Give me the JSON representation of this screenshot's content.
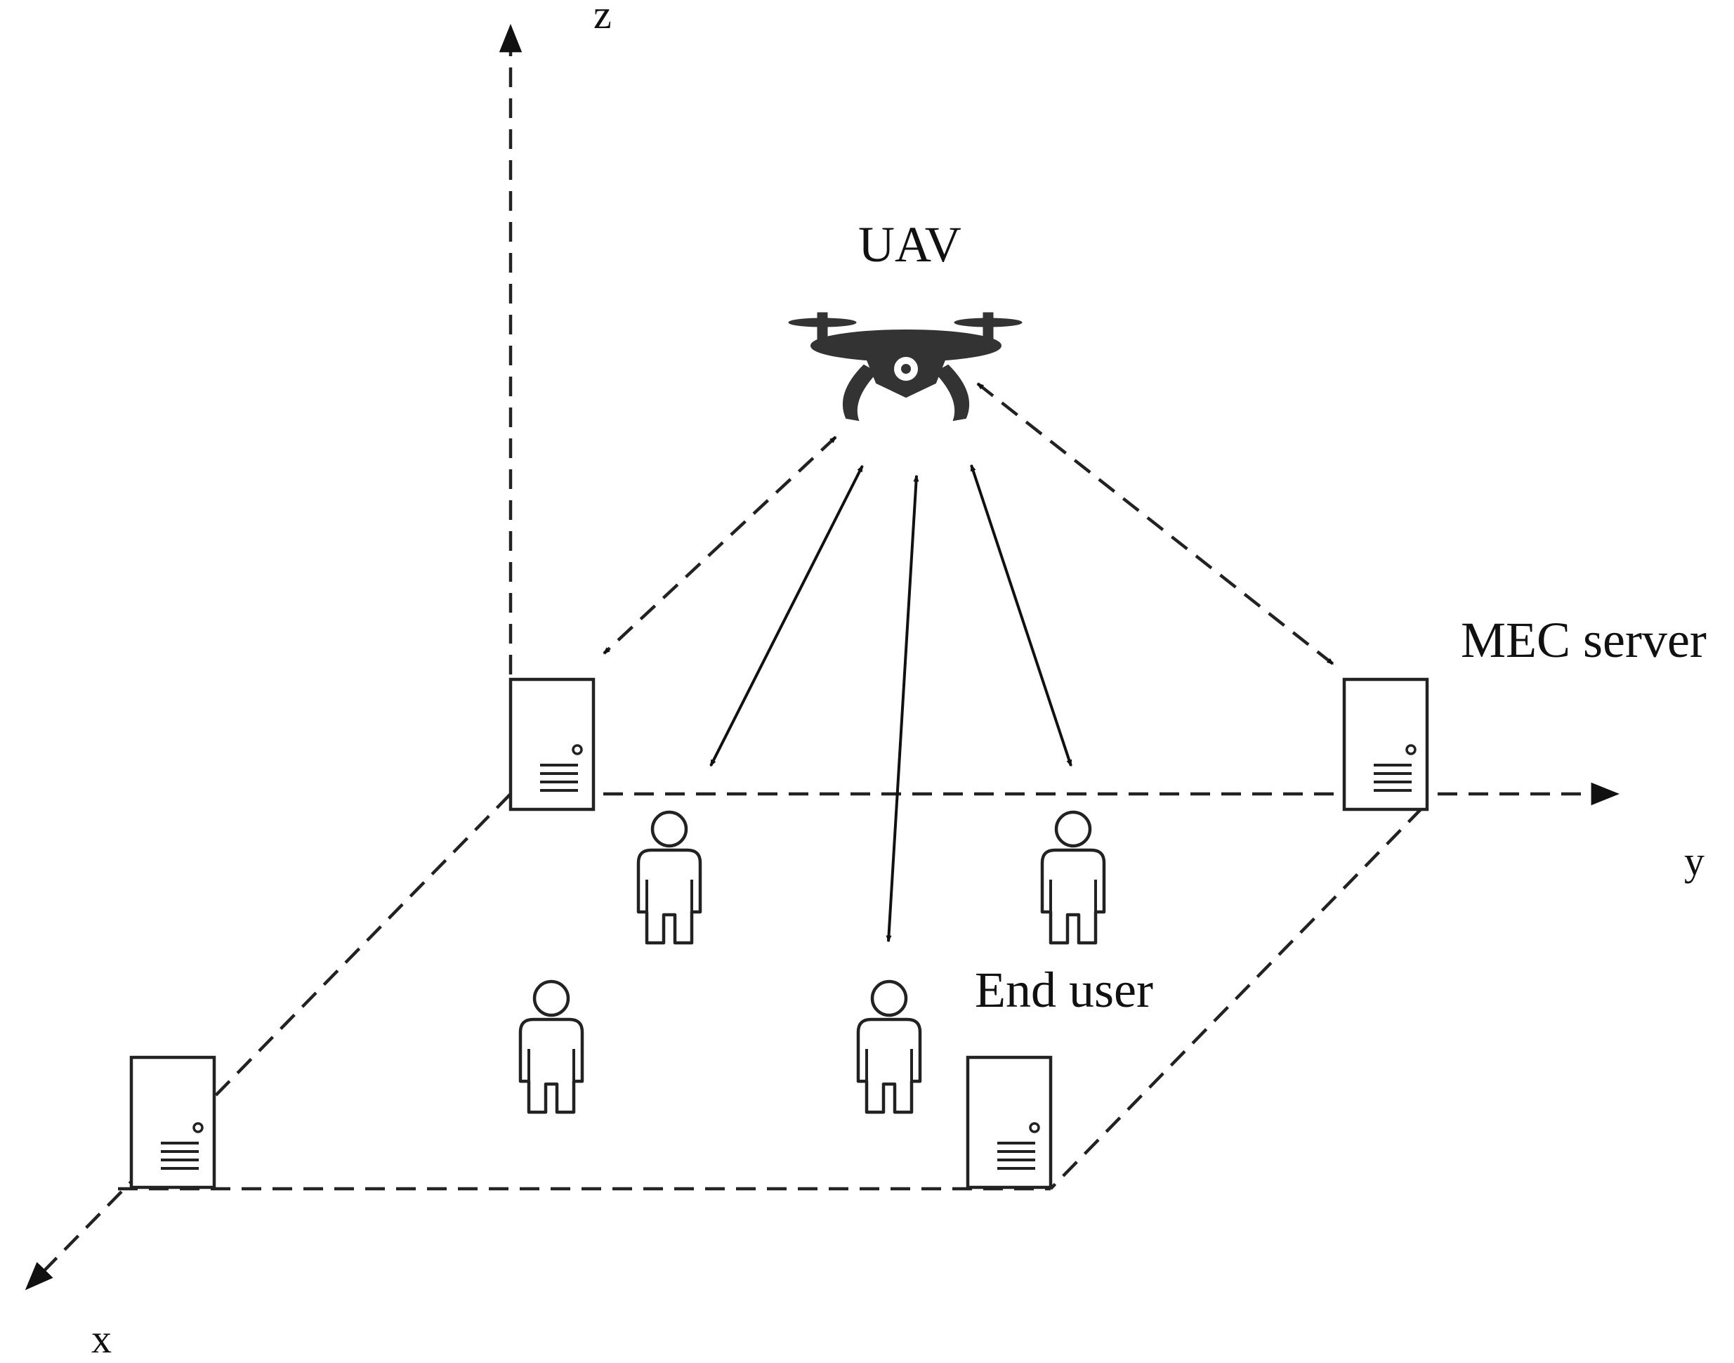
{
  "labels": {
    "z_axis": "z",
    "y_axis": "y",
    "x_axis": "x",
    "uav": "UAV",
    "mec_server": "MEC server",
    "end_user": "End user"
  },
  "colors": {
    "line": "#222222",
    "background": "#ffffff",
    "uav_body": "#333333"
  },
  "icons": {
    "uav": "drone-icon",
    "server": "server-tower-icon",
    "user": "person-outline-icon"
  }
}
